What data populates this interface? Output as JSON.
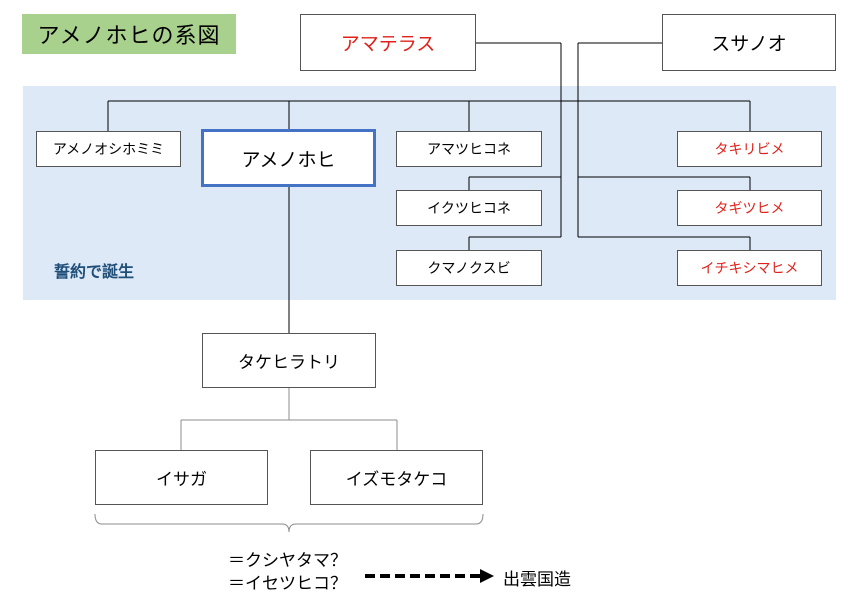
{
  "title": "アメノホヒの系図",
  "pledge_label": "誓約で誕生",
  "nodes": {
    "amaterasu": "アマテラス",
    "susanoo": "スサノオ",
    "amenooshihomimi": "アメノオシホミミ",
    "amenohohi": "アメノホヒ",
    "amatsuhikone": "アマツヒコネ",
    "ikutsuhikone": "イクツヒコネ",
    "kumanokusubi": "クマノクスビ",
    "takiribime": "タキリビメ",
    "tagitsuhime": "タギツヒメ",
    "ichikishimahime": "イチキシマヒメ",
    "takehiratori": "タケヒラトリ",
    "isaga": "イサガ",
    "izumotakeko": "イズモタケコ"
  },
  "colors": {
    "female": "#e0211b",
    "focus_border": "#4472c4",
    "title_bg": "#a9d18e",
    "band_bg": "#dde9f6"
  },
  "notes": {
    "line1": "＝クシヤタマ？",
    "line2": "＝イセツヒコ？"
  },
  "destination": "出雲国造"
}
